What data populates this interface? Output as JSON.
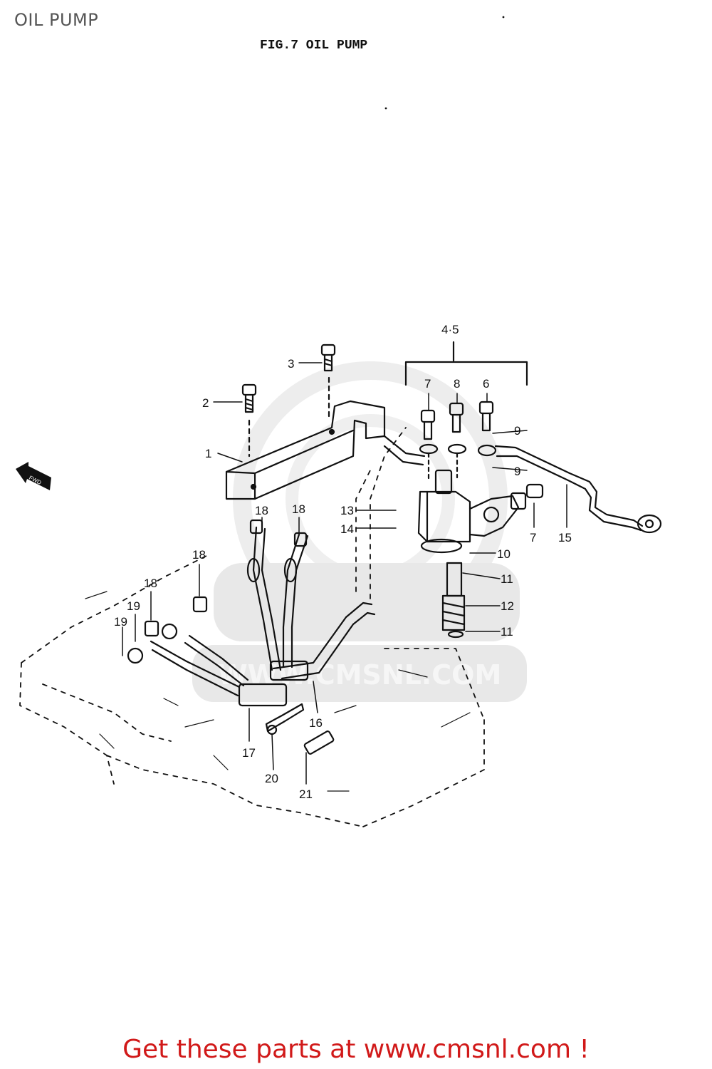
{
  "page": {
    "title": "OIL PUMP"
  },
  "figure": {
    "caption": "FIG.7  OIL PUMP",
    "watermark": "WWW.CMSNL.COM",
    "arrow_label": "FWD",
    "callouts": {
      "c1": "1",
      "c2": "2",
      "c3": "3",
      "c45": "4·5",
      "c6": "6",
      "c7a": "7",
      "c7b": "7",
      "c8": "8",
      "c9a": "9",
      "c9b": "9",
      "c10": "10",
      "c11a": "11",
      "c11b": "11",
      "c12": "12",
      "c13": "13",
      "c14": "14",
      "c15": "15",
      "c16": "16",
      "c17": "17",
      "c18a": "18",
      "c18b": "18",
      "c18c": "18",
      "c18d": "18",
      "c19a": "19",
      "c19b": "19",
      "c20": "20",
      "c21": "21"
    }
  },
  "footer": {
    "link_text": "Get these parts at www.cmsnl.com !"
  },
  "colors": {
    "footer_text": "#d11919",
    "title_text": "#555555",
    "line_art": "#111111",
    "watermark": "#e8e8e8"
  }
}
